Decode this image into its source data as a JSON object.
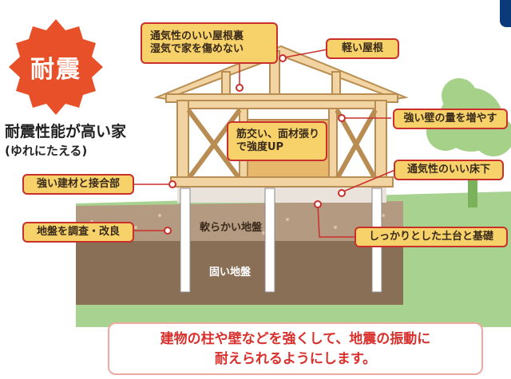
{
  "badge": {
    "text": "耐震",
    "color": "#e8502a"
  },
  "heading": "耐震性能が高い家",
  "subheading": "(ゆれにたえる)",
  "labels": {
    "roof_vent_line1": "通気性のいい屋根裏",
    "roof_vent_line2": "湿気で家を傷めない",
    "light_roof": "軽い屋根",
    "strong_walls": "強い壁の量を増やす",
    "bracing_line1": "筋交い、面材張り",
    "bracing_line2": "で強度UP",
    "strong_materials": "強い建材と接合部",
    "floor_vent": "通気性のいい床下",
    "ground_survey": "地盤を調査・改良",
    "foundation": "しっかりとした土台と基礎",
    "soft_ground": "軟らかい地盤",
    "hard_ground": "固い地盤"
  },
  "summary": {
    "line1": "建物の柱や壁などを強くして、地震の振動に",
    "line2": "耐えられるようにします。"
  },
  "colors": {
    "label_fill": "#f7d26b",
    "label_border": "#c9302c",
    "wood": "#f1d4a2",
    "wood_stroke": "#b98d52",
    "grass": "#a8d290",
    "soft_ground": "#b59a82",
    "hard_ground": "#8a6f57",
    "summary_text": "#d8302c"
  }
}
